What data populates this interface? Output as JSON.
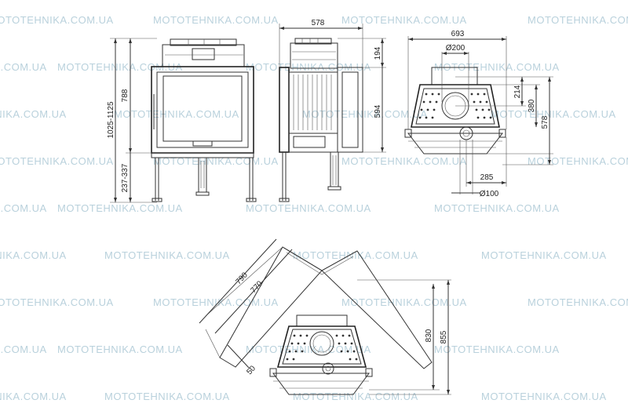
{
  "watermark": {
    "text": "MOTOTEHNIKA.COM.UA",
    "color": "#b9d1dc"
  },
  "front_view": {
    "height_total": "1025-1125",
    "height_body": "788",
    "height_legs": "237-337"
  },
  "side_view": {
    "depth": "578",
    "flue_height": "194",
    "body_height": "594"
  },
  "top_view": {
    "width": "693",
    "flue_diameter": "Ø200",
    "flue_offset_1": "214",
    "flue_offset_2": "380",
    "depth": "578",
    "air_offset": "285",
    "air_diameter": "Ø100"
  },
  "corner_view": {
    "outer": "790",
    "inner": "770",
    "gap": "50",
    "height_inner": "830",
    "height_outer": "855"
  }
}
